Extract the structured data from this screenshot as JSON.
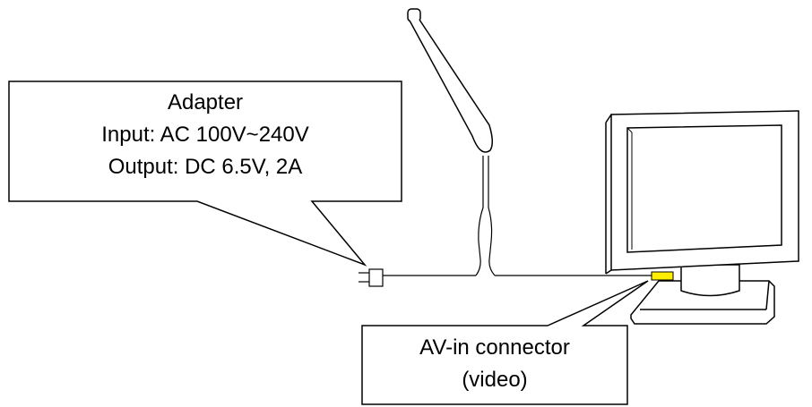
{
  "adapter_callout": {
    "line1": "Adapter",
    "line2": "Input: AC 100V~240V",
    "line3": "Output: DC 6.5V, 2A"
  },
  "connector_callout": {
    "line1": "AV-in connector",
    "line2": "(video)"
  },
  "colors": {
    "stroke": "#000000",
    "background": "#ffffff",
    "connector_highlight": "#ffee00"
  }
}
